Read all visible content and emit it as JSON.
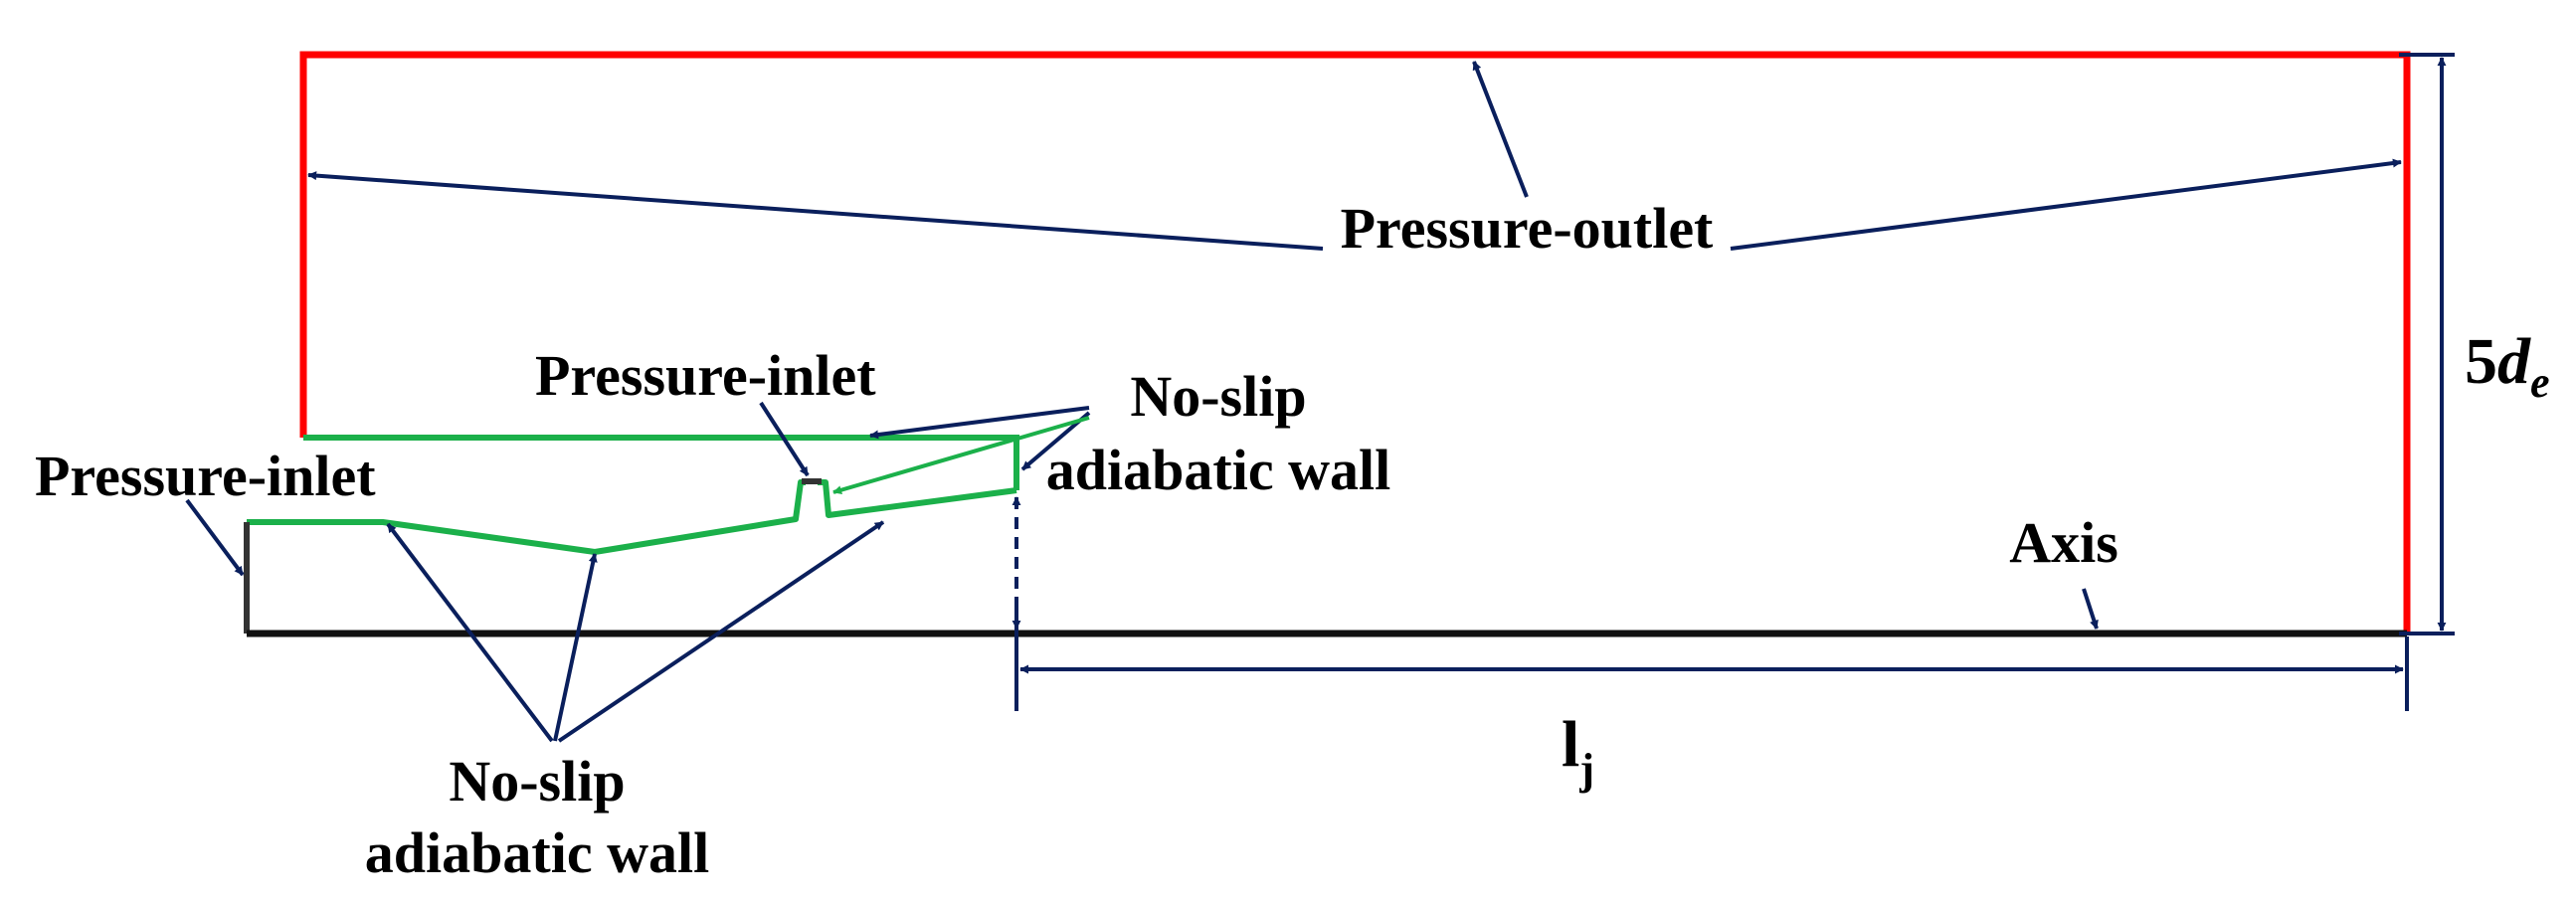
{
  "colors": {
    "outlet": "#ff0000",
    "wall": "#1bb04a",
    "axis": "#111111",
    "inlet": "#333333",
    "arrow": "#0a1f5c",
    "text": "#000000"
  },
  "labels": {
    "pressure_outlet": "Pressure-outlet",
    "pressure_inlet_primary": "Pressure-inlet",
    "pressure_inlet_secondary": "Pressure-inlet",
    "no_slip_upper_line1": "No-slip",
    "no_slip_upper_line2": "adiabatic wall",
    "no_slip_lower_line1": "No-slip",
    "no_slip_lower_line2": "adiabatic wall",
    "axis": "Axis",
    "height_dim_prefix": "5",
    "height_dim_var": "d",
    "height_dim_sub": "e",
    "length_dim_var": "l",
    "length_dim_sub": "j"
  }
}
